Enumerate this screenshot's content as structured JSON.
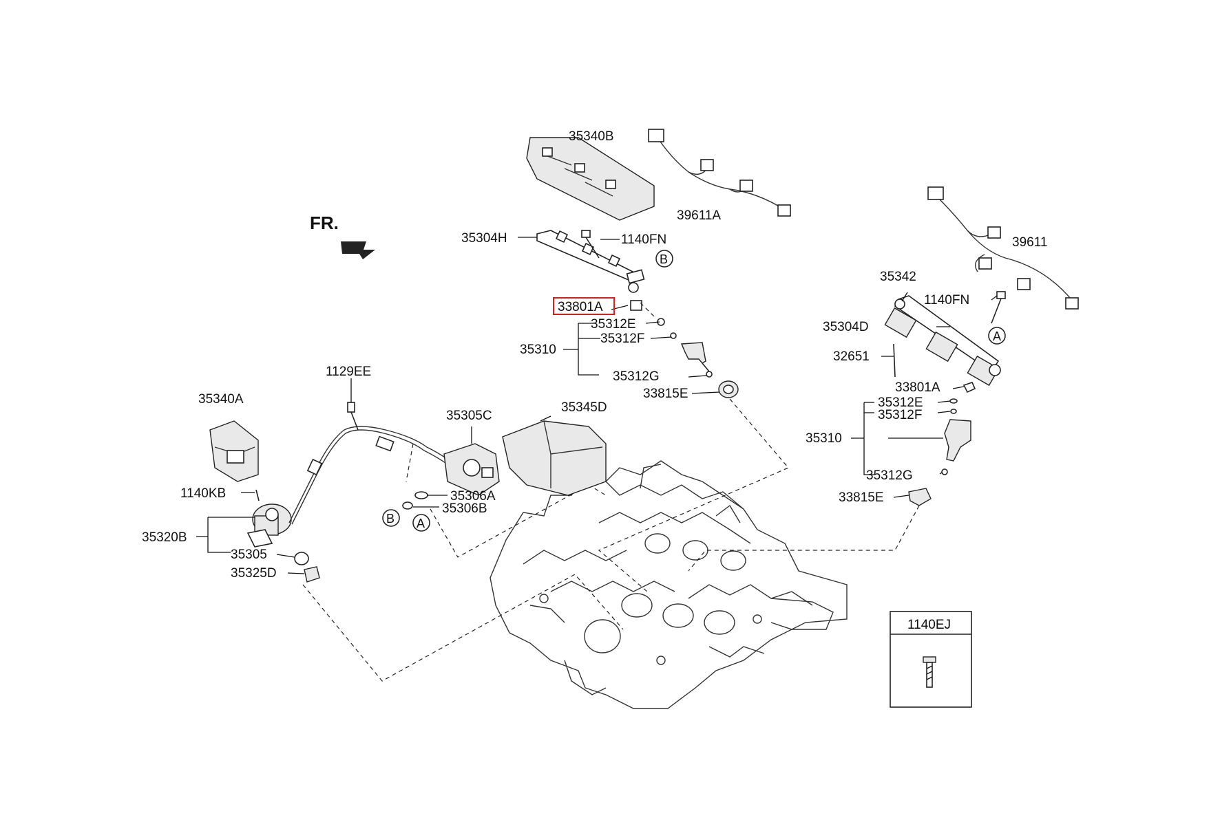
{
  "front_marker": {
    "text": "FR."
  },
  "callouts": {
    "c35340B": "35340B",
    "c39611A": "39611A",
    "c35304H": "35304H",
    "c1140FN_left": "1140FN",
    "c33801A_left": "33801A",
    "c35312E_left": "35312E",
    "c35312F_left": "35312F",
    "c35310_left": "35310",
    "c35312G_left": "35312G",
    "c33815E_left": "33815E",
    "c39611": "39611",
    "c35342": "35342",
    "c1140FN_right": "1140FN",
    "c35304D": "35304D",
    "c32651": "32651",
    "c33801A_right": "33801A",
    "c35312E_right": "35312E",
    "c35312F_right": "35312F",
    "c35310_right": "35310",
    "c35312G_right": "35312G",
    "c33815E_right": "33815E",
    "c1129EE": "1129EE",
    "c35340A": "35340A",
    "c35305C": "35305C",
    "c35345D": "35345D",
    "c1140KB": "1140KB",
    "c35306A": "35306A",
    "c35306B": "35306B",
    "c35320B": "35320B",
    "c35305": "35305",
    "c35325D": "35325D"
  },
  "circle_refs": {
    "b_top": "B",
    "a_right": "A",
    "b_bottom": "B",
    "a_bottom": "A"
  },
  "legend_box": {
    "code": "1140EJ"
  },
  "highlight": {
    "part": "33801A",
    "color": "#e01b1b"
  }
}
